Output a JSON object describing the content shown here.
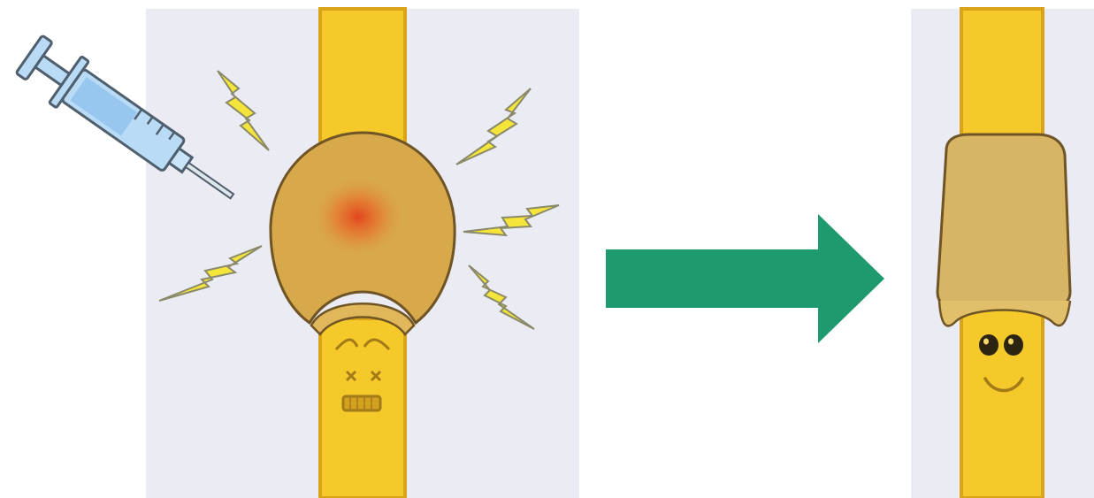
{
  "diagram": {
    "panels": [
      {
        "id": "before",
        "state": "injection into swollen, inflamed nerve sheath with pain bolts"
      },
      {
        "id": "after",
        "state": "reduced sheath around a smiling nerve"
      }
    ],
    "arrow": {
      "direction": "right"
    },
    "colors": {
      "background_panel": "#ebebf3",
      "nerve": "#f6c92a",
      "nerve_outline": "#d9a419",
      "sheath": "#d8a94a",
      "sheath_outline": "#8a6a2e",
      "inflammation": "#e24b1f",
      "arrow": "#1e9a6e",
      "bolt": "#f5e43a",
      "syringe_barrel": "#b9dbf6",
      "syringe_outline": "#4f5f6d"
    },
    "icons": [
      "syringe-icon",
      "lightning-bolt-icon",
      "arrow-right-icon",
      "smiley-face-icon"
    ]
  }
}
